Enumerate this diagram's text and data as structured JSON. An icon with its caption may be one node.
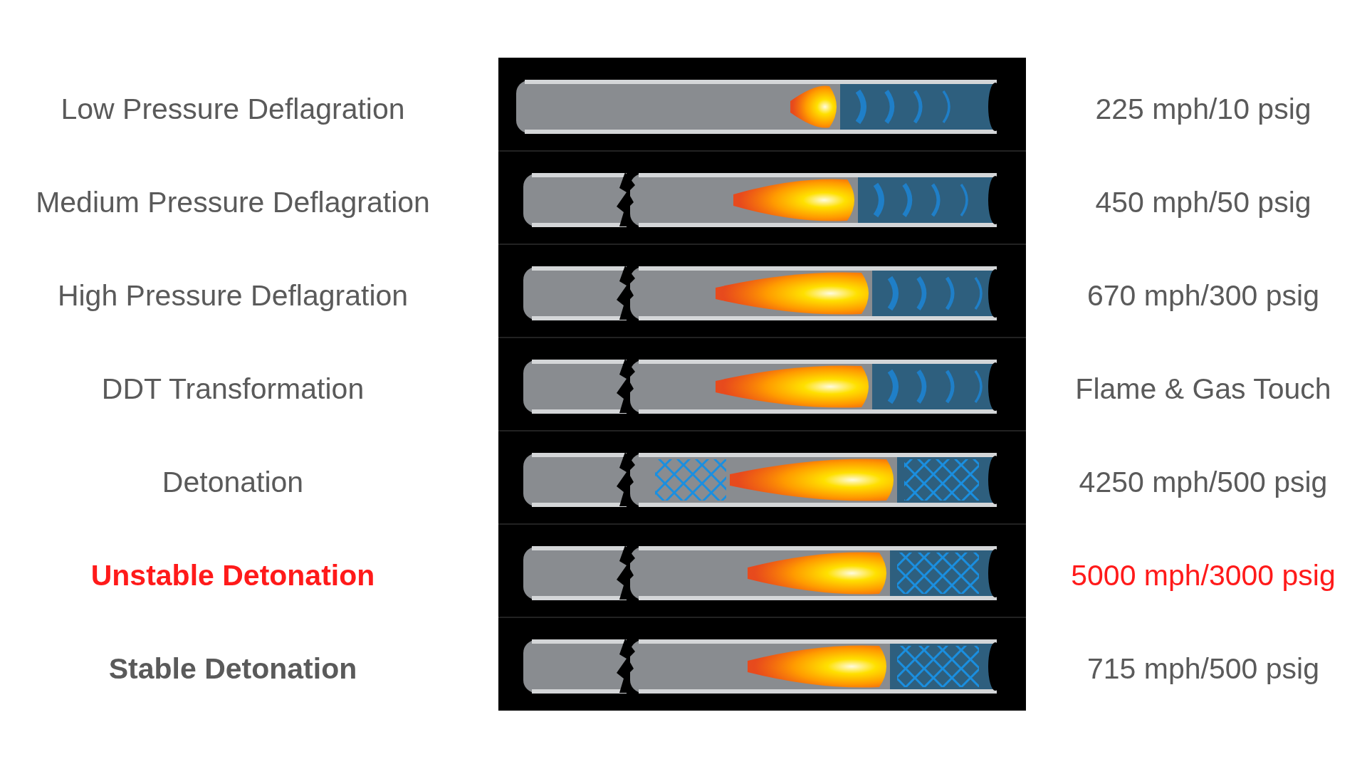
{
  "diagram": {
    "labels": [
      "Low Pressure Deflagration",
      "225 mph/10 psig",
      "Medium Pressure Deflagration",
      "450 mph/50 psig",
      "High Pressure Deflagration",
      "670 mph/300 psig",
      "DDT Transformation",
      "Flame & Gas Touch",
      "Detonation",
      "4250 mph/500 psig",
      "Unstable Detonation",
      "5000 mph/3000 psig",
      "Stable Detonation",
      "715 mph/500 psig"
    ]
  }
}
